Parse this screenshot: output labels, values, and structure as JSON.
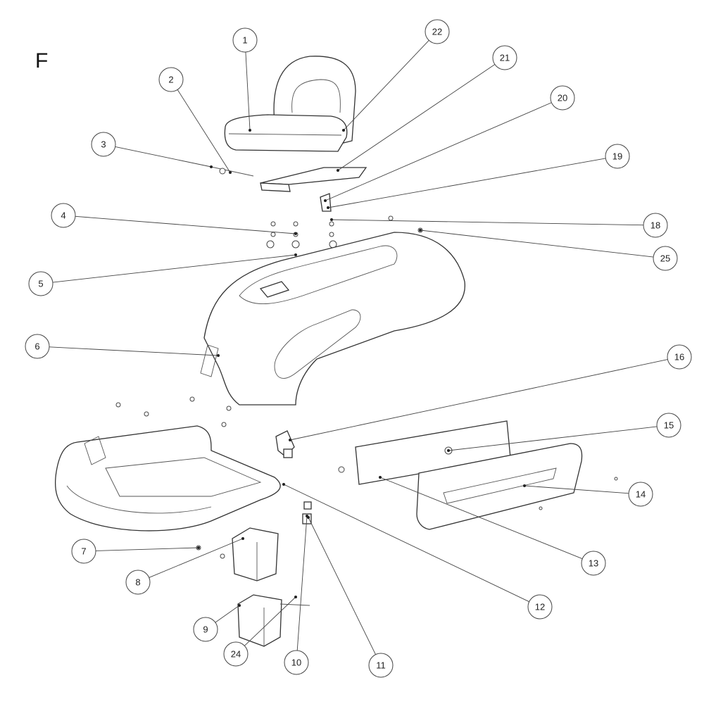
{
  "sheet_letter": "F",
  "callouts": [
    "1",
    "2",
    "3",
    "4",
    "5",
    "6",
    "7",
    "8",
    "9",
    "10",
    "11",
    "12",
    "13",
    "14",
    "15",
    "16",
    "18",
    "19",
    "20",
    "21",
    "22",
    "24",
    "25"
  ]
}
